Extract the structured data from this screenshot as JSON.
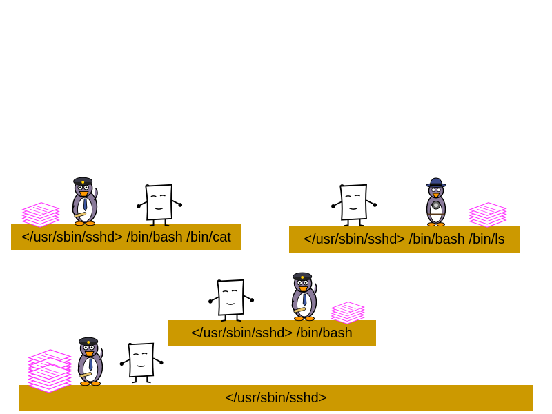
{
  "levels": [
    {
      "label": "</usr/sbin/sshd>"
    },
    {
      "label": "</usr/sbin/sshd> /bin/bash"
    },
    {
      "label": "</usr/sbin/sshd> /bin/bash /bin/cat"
    },
    {
      "label": "</usr/sbin/sshd> /bin/bash /bin/ls"
    }
  ],
  "colors": {
    "bar": "#cc9900",
    "paper": "#ff33ff",
    "penguin_body": "#8a7a9a",
    "penguin_beak": "#ff9900",
    "cap": "#3a3a48",
    "detective_hat": "#3b4a8a"
  },
  "icons": [
    "penguin-police-icon",
    "page-character-icon",
    "paper-stack-icon",
    "penguin-detective-icon"
  ]
}
